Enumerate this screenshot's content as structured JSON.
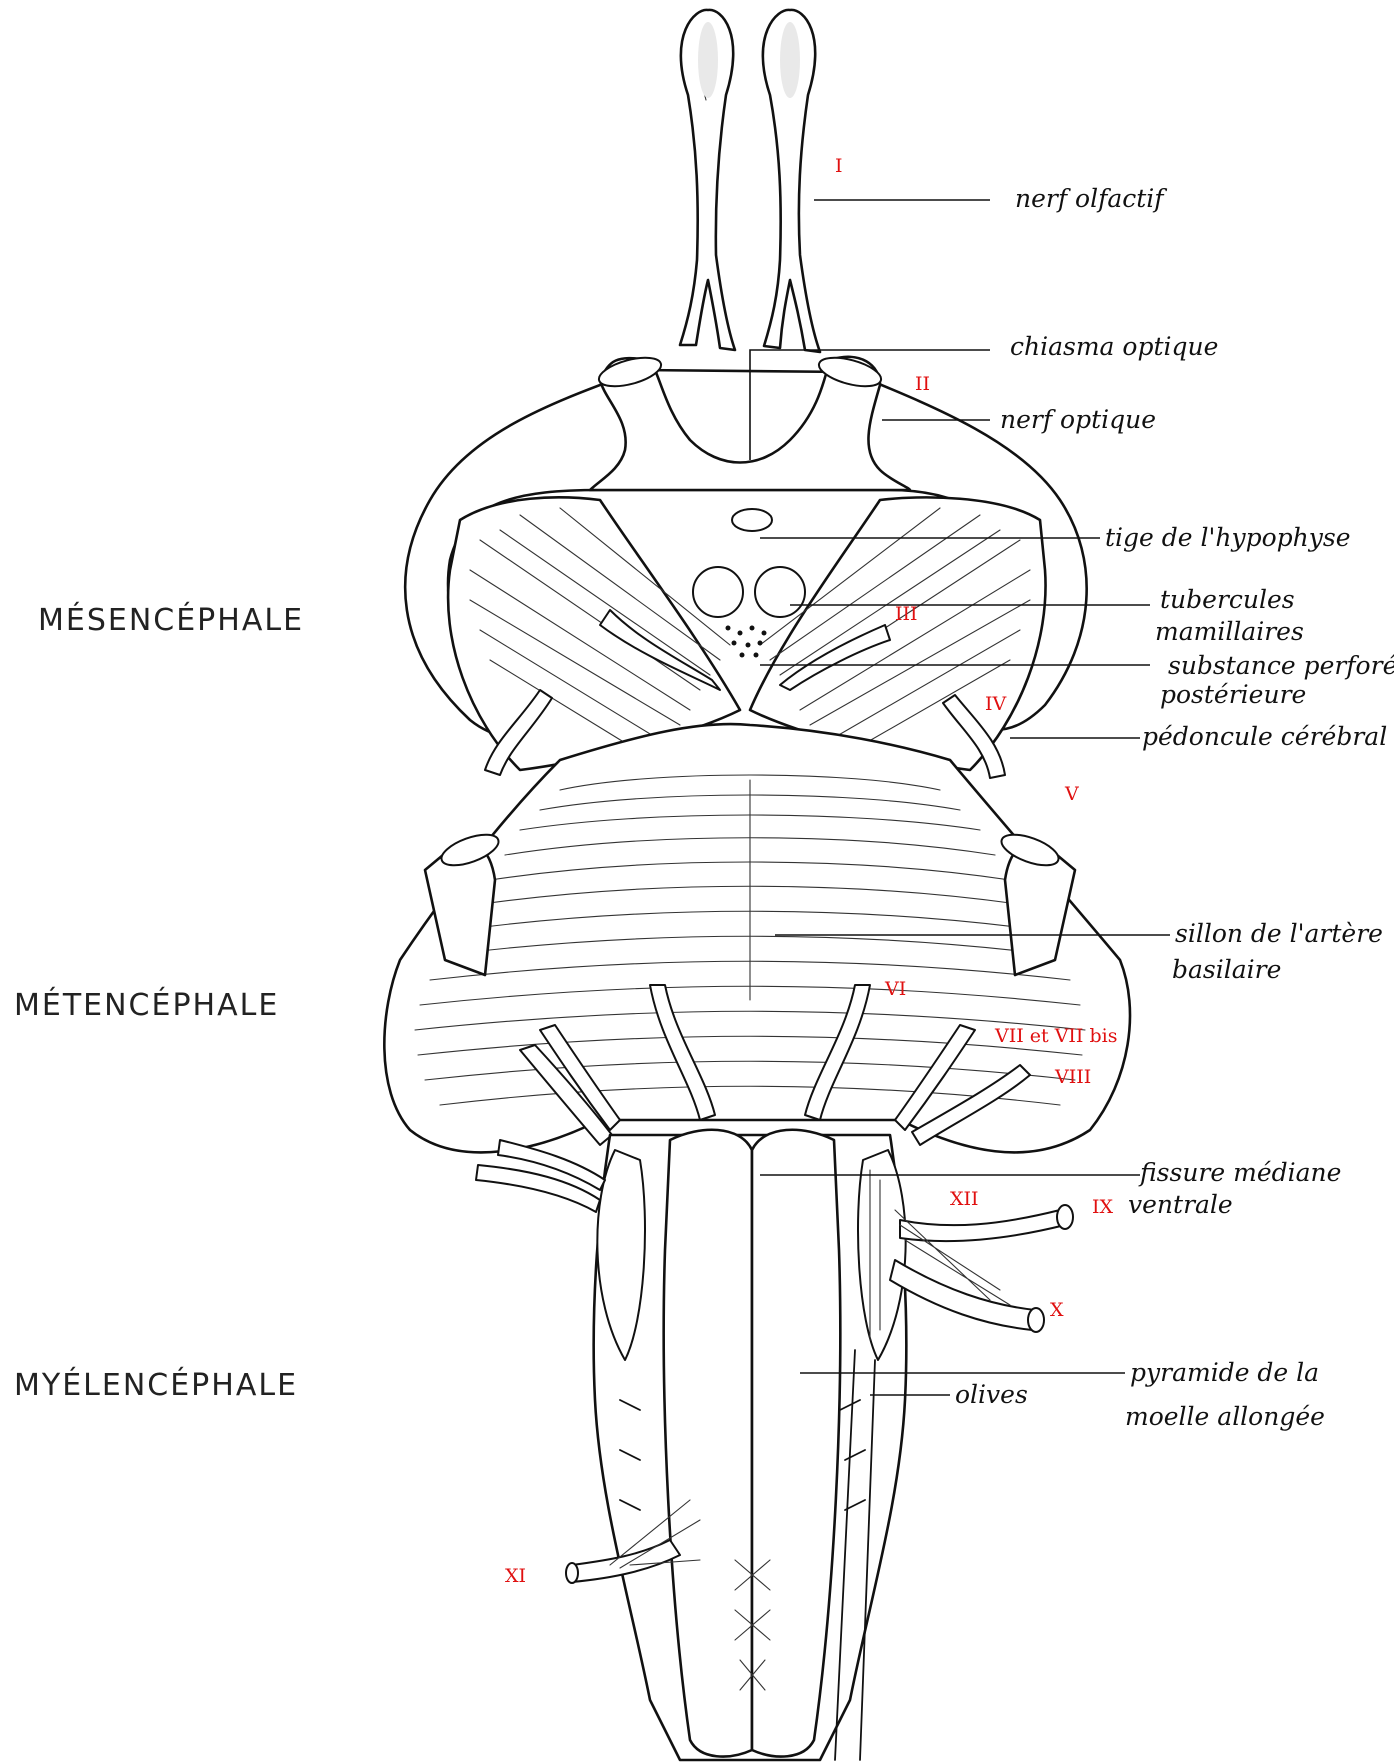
{
  "regions": {
    "mesencephale": "MÉSENCÉPHALE",
    "metencephale": "MÉTENCÉPHALE",
    "myelencephale": "MYÉLENCÉPHALE"
  },
  "labels": {
    "nerf_olfactif": "nerf olfactif",
    "chiasma": "chiasma optique",
    "nerf_optique": "nerf optique",
    "tige": "tige de l'hypophyse",
    "tubercules_1": "tubercules",
    "tubercules_2": "mamillaires",
    "substance_1": "substance perforée",
    "substance_2": "postérieure",
    "pedoncule": "pédoncule cérébral",
    "sillon_1": "sillon de l'artère",
    "sillon_2": "basilaire",
    "fissure_1": "fissure médiane",
    "fissure_2": "ventrale",
    "olives": "olives",
    "pyramide_1": "pyramide de la",
    "pyramide_2": "moelle allongée"
  },
  "nerves": {
    "I": "I",
    "II": "II",
    "III": "III",
    "IV": "IV",
    "V": "V",
    "VI": "VI",
    "VII_VIIbis": "VII et VII bis",
    "VIII": "VIII",
    "IX": "IX",
    "X": "X",
    "XI": "XI",
    "XII": "XII"
  },
  "colors": {
    "nerve_numbers": "#e01010",
    "ink": "#111111",
    "background": "#ffffff"
  }
}
